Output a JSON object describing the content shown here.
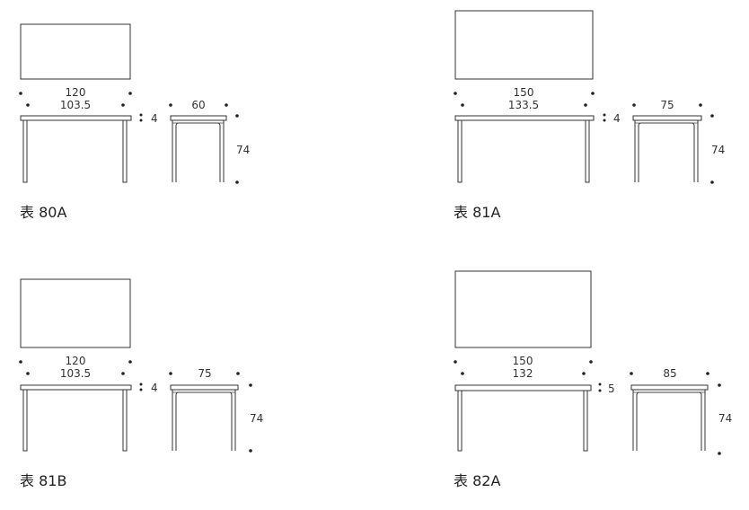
{
  "tables": [
    {
      "id": "80A",
      "caption": "表 80A",
      "length": "120",
      "inner_length": "103.5",
      "top_thickness": "4",
      "depth": "60",
      "height": "74"
    },
    {
      "id": "81A",
      "caption": "表 81A",
      "length": "150",
      "inner_length": "133.5",
      "top_thickness": "4",
      "depth": "75",
      "height": "74"
    },
    {
      "id": "81B",
      "caption": "表 81B",
      "length": "120",
      "inner_length": "103.5",
      "top_thickness": "4",
      "depth": "75",
      "height": "74"
    },
    {
      "id": "82A",
      "caption": "表 82A",
      "length": "150",
      "inner_length": "132",
      "top_thickness": "5",
      "depth": "85",
      "height": "74"
    }
  ]
}
